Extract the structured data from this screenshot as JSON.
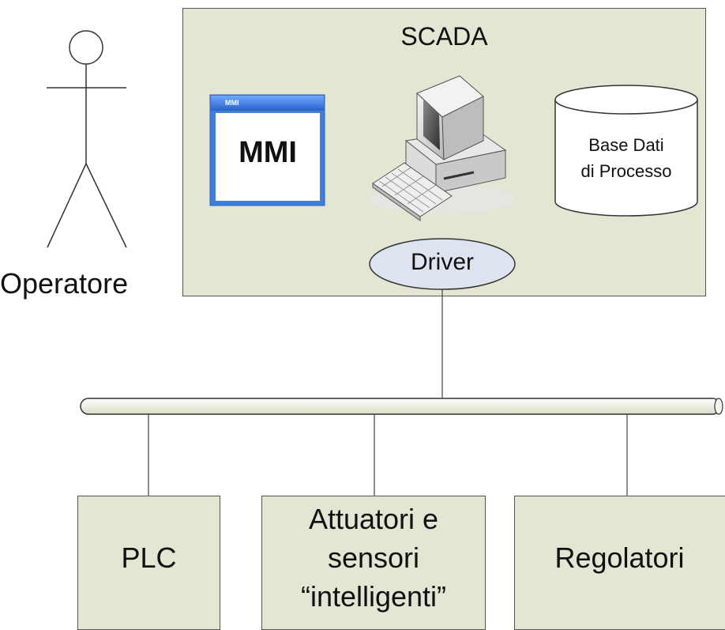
{
  "scada": {
    "title": "SCADA"
  },
  "mmi_window": {
    "titlebar": "MMI",
    "label": "MMI"
  },
  "database": {
    "line1": "Base Dati",
    "line2": "di Processo"
  },
  "driver": {
    "label": "Driver"
  },
  "operator": {
    "label": "Operatore"
  },
  "devices": [
    {
      "label": "PLC"
    },
    {
      "line1": "Attuatori e",
      "line2": "sensori",
      "line3": "“intelligenti”"
    },
    {
      "label": "Regolatori"
    }
  ],
  "colors": {
    "box_fill": "#e2e6d3",
    "window_blue": "#3f7fd8",
    "driver_fill": "#dde3ef"
  }
}
